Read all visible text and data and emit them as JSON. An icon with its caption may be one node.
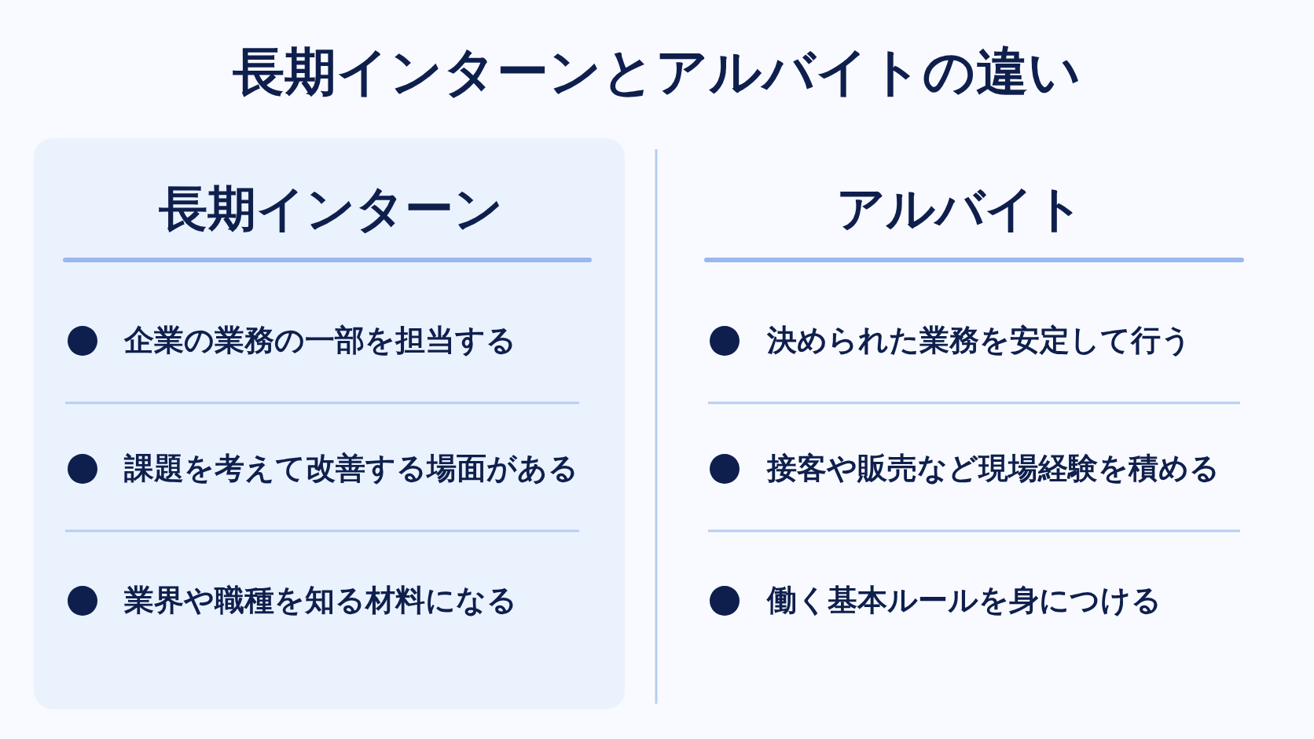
{
  "diagram": {
    "title": "長期インターンとアルバイトの違い",
    "nodes": [
      {
        "text": [
          "長期インターン",
          "企業の業務の一部を担当する",
          "課題を考えて改善する場面がある",
          "業界や職種を知る材料になる"
        ]
      }
    ],
    "labels": [
      "アルバイト",
      "決められた業務を安定して行う",
      "接客や販売など現場経験を積める",
      "働く基本ルールを身につける"
    ]
  }
}
